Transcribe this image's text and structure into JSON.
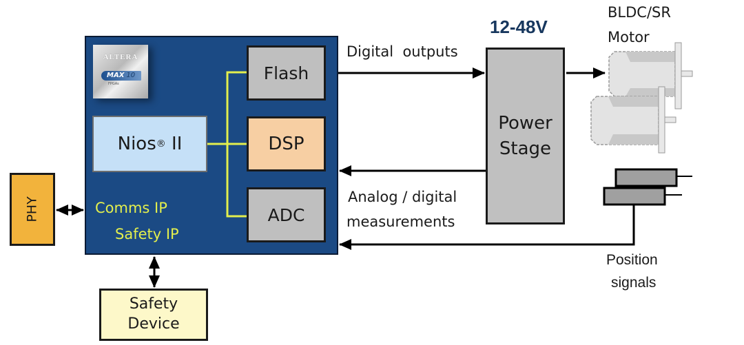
{
  "fpga": {
    "chip_brand": "ALTERA",
    "chip_family": "MAX",
    "chip_version": "10",
    "chip_sub": "FPGAs",
    "nios_label": "Nios",
    "nios_reg": "®",
    "nios_suffix": " II",
    "flash_label": "Flash",
    "dsp_label": "DSP",
    "adc_label": "ADC",
    "comms_ip": "Comms IP",
    "safety_ip": "Safety IP"
  },
  "phy": {
    "label": "PHY"
  },
  "safety_device": {
    "line1": "Safety",
    "line2": "Device"
  },
  "power_stage": {
    "line1": "Power",
    "line2": "Stage",
    "voltage": "12-48V"
  },
  "labels": {
    "digital_outputs": "Digital  outputs",
    "analog_line1": "Analog / digital",
    "analog_line2": "measurements",
    "motor_line1": "BLDC/SR",
    "motor_line2": "Motor",
    "position_line1": "Position",
    "position_line2": "signals"
  },
  "colors": {
    "fpga_bg": "#1b4a84",
    "bus": "#e3ef4d",
    "nios": "#c5e0f7",
    "dsp": "#f7cfa3",
    "gray_block": "#bfbfbf",
    "phy": "#f2b33c",
    "safety_device": "#fdf8c9",
    "voltage_text": "#17375e"
  }
}
